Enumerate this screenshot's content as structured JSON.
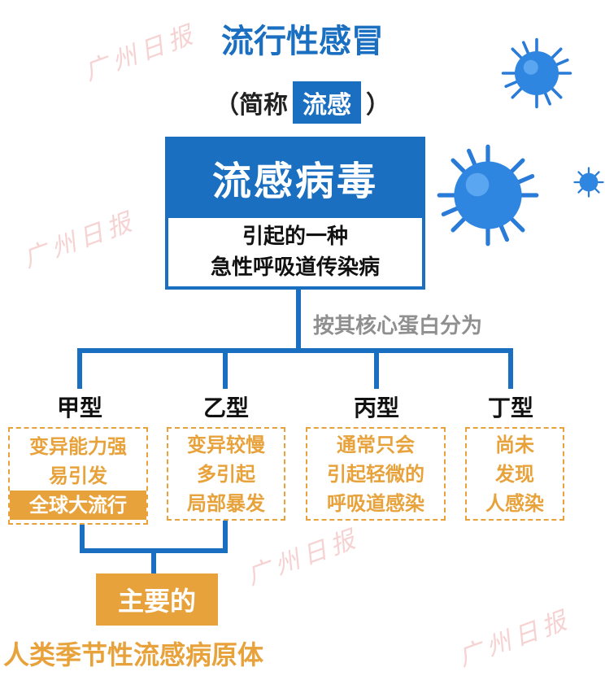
{
  "title": "流行性感冒",
  "abbreviation": {
    "open": "（简称",
    "highlight": "流感",
    "close": "）"
  },
  "virus_box": {
    "title": "流感病毒"
  },
  "description": {
    "line1": "引起的一种",
    "line2": "急性呼吸道传染病"
  },
  "classify_label": "按其核心蛋白分为",
  "types": [
    {
      "name": "甲型",
      "lines": [
        "变异能力强",
        "易引发"
      ],
      "highlight": "全球大流行"
    },
    {
      "name": "乙型",
      "lines": [
        "变异较慢",
        "多引起",
        "局部暴发"
      ]
    },
    {
      "name": "丙型",
      "lines": [
        "通常只会",
        "引起轻微的",
        "呼吸道感染"
      ]
    },
    {
      "name": "丁型",
      "lines": [
        "尚未",
        "发现",
        "人感染"
      ]
    }
  ],
  "main_label": "主要的",
  "main_text": "人类季节性流感病原体",
  "watermark": "广州日报",
  "colors": {
    "blue": "#1a6fc0",
    "orange": "#e8a23b",
    "gray": "#8f8f8f",
    "watermark": "#f4c8c8"
  }
}
